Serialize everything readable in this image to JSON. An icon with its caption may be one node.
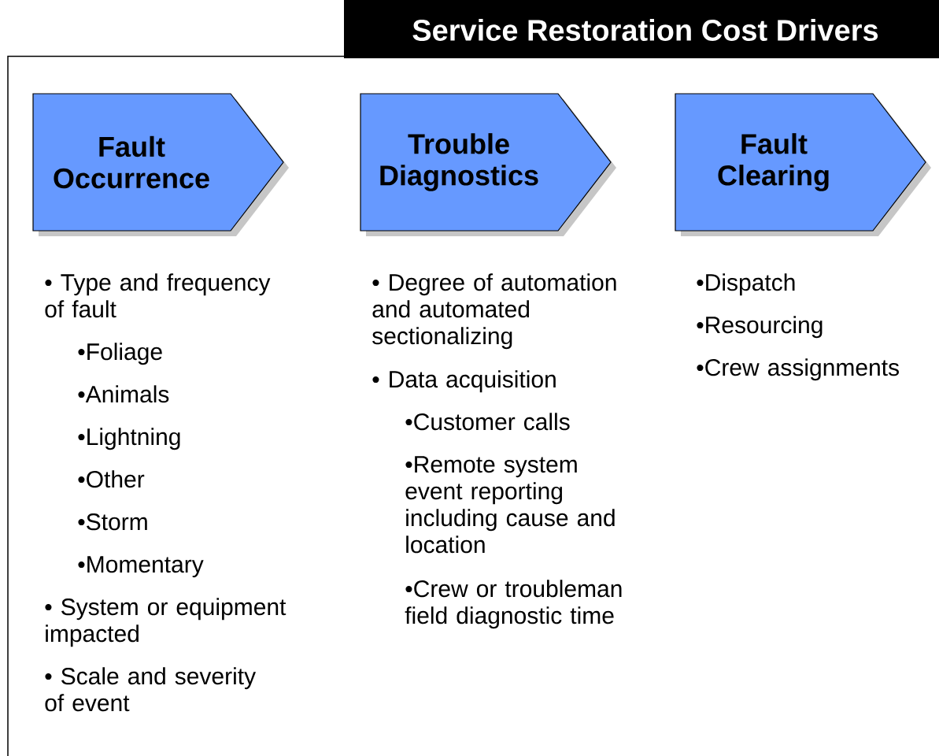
{
  "diagram": {
    "title": "Service Restoration Cost Drivers",
    "nodes": [
      {
        "text": [
          "Fault Occurrence"
        ]
      },
      {
        "text": [
          "Trouble Diagnostics"
        ]
      },
      {
        "text": [
          "Fault Clearing"
        ]
      }
    ],
    "labels": [
      "• Type and frequency of fault",
      "•Foliage",
      "•Animals",
      "•Lightning",
      "•Other",
      "•Storm",
      "•Momentary",
      "• System or equipment impacted",
      "• Scale and severity of event",
      "• Degree of automation and automated sectionalizing",
      "• Data acquisition",
      "•Customer calls",
      "•Remote system event reporting including cause and location",
      "•Crew or troubleman field diagnostic time",
      "•Dispatch",
      "•Resourcing",
      "•Crew assignments"
    ]
  }
}
